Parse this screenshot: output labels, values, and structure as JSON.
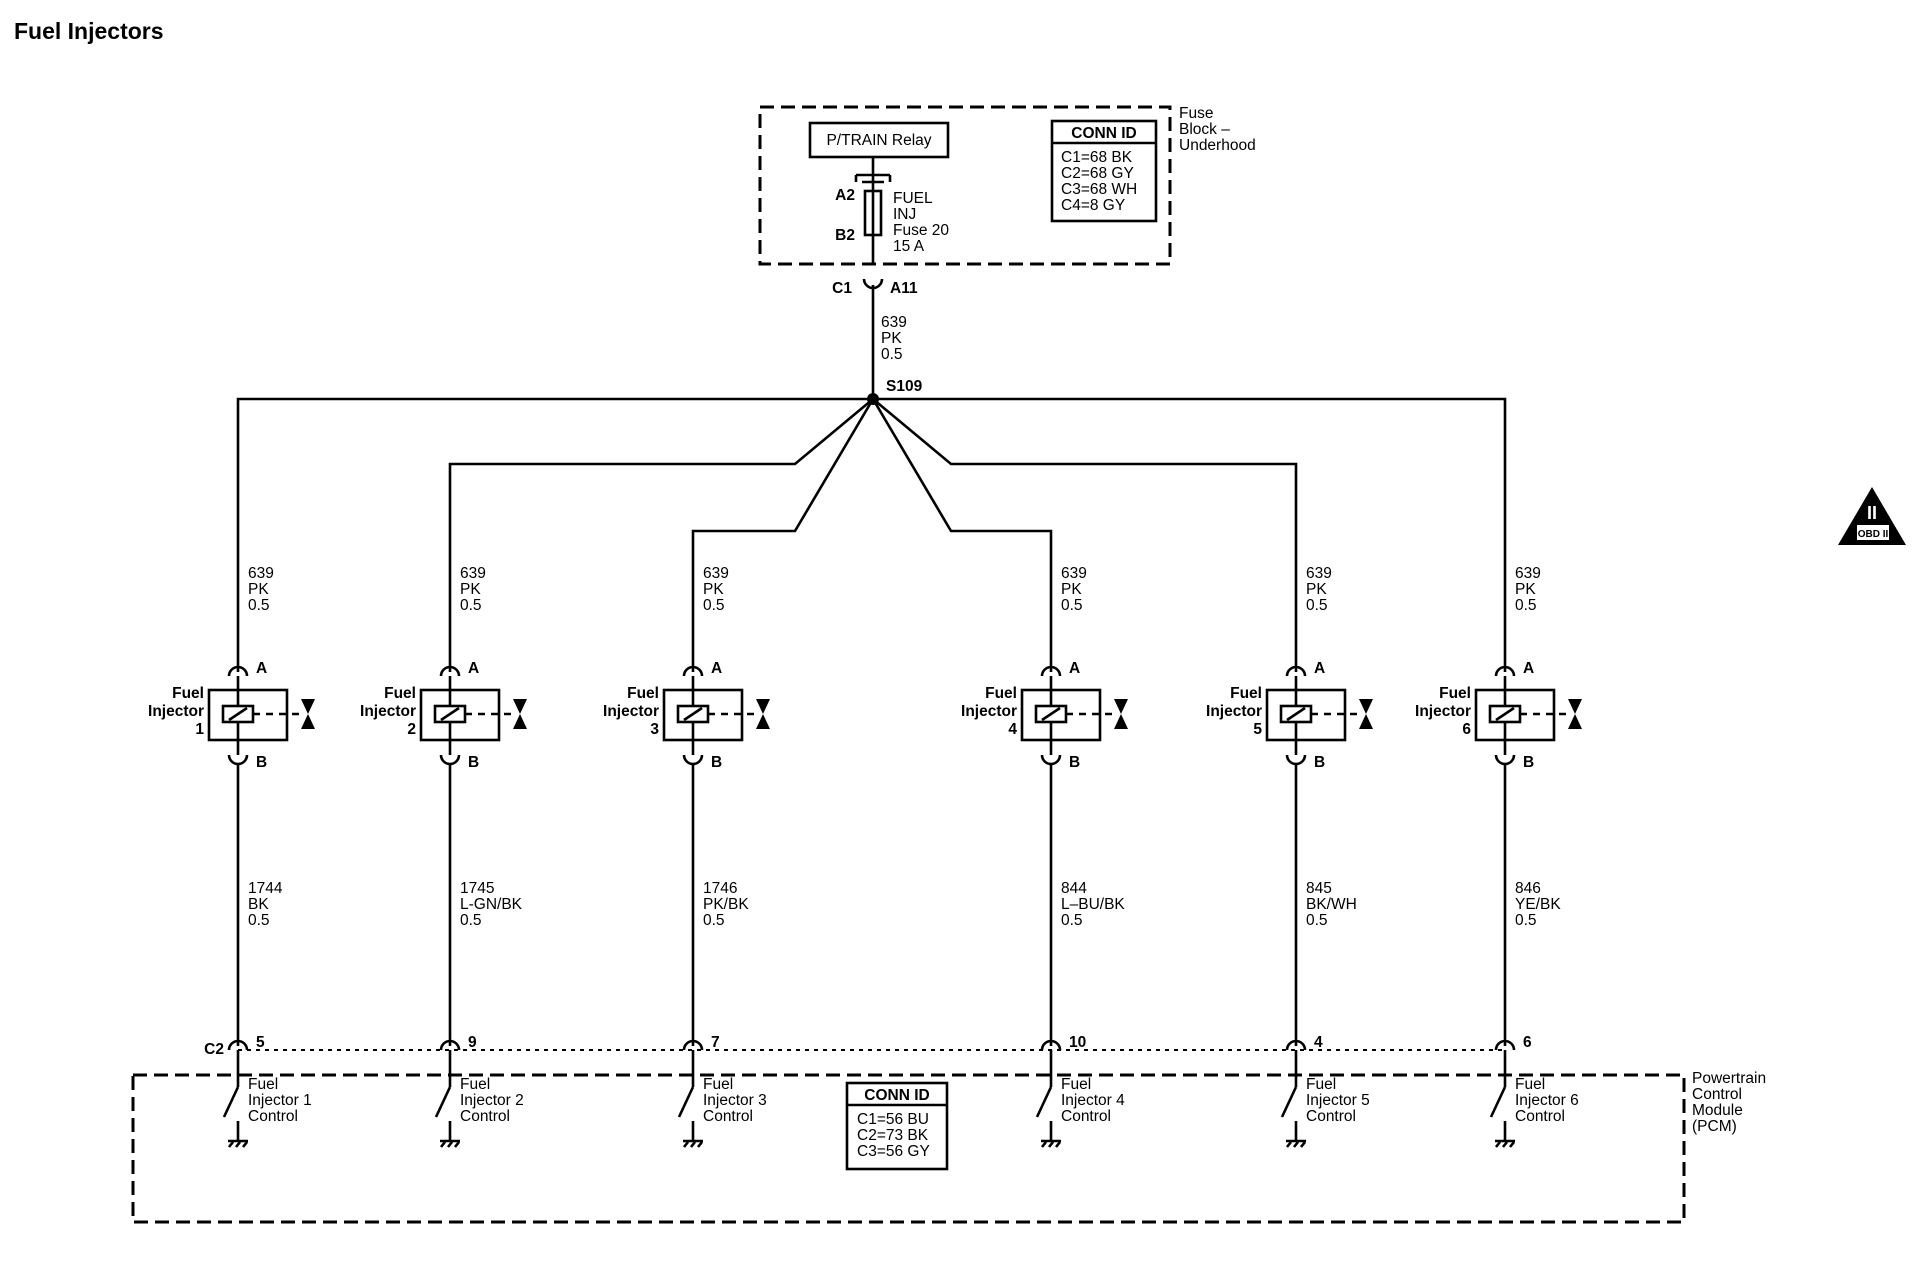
{
  "title": "Fuel Injectors",
  "fuse_block": {
    "name_lines": [
      "Fuse",
      "Block –",
      "Underhood"
    ],
    "relay_label": "P/TRAIN Relay",
    "conn_id": {
      "header": "CONN ID",
      "rows": [
        "C1=68 BK",
        "C2=68 GY",
        "C3=68 WH",
        "C4=8 GY"
      ]
    },
    "fuse_pin_top": "A2",
    "fuse_pin_bottom": "B2",
    "fuse_lines": [
      "FUEL",
      "INJ",
      "Fuse 20",
      "15 A"
    ],
    "out_connector": "C1",
    "out_pin": "A11"
  },
  "feed_wire": {
    "circuit": "639",
    "color": "PK",
    "size": "0.5"
  },
  "splice": "S109",
  "injectors": [
    {
      "label": [
        "Fuel",
        "Injector",
        "1"
      ],
      "pin_a": "A",
      "pin_b": "B",
      "feed": [
        "639",
        "PK",
        "0.5"
      ],
      "control": [
        "1744",
        "BK",
        "0.5"
      ],
      "pcm_pin": "5",
      "pcm_label": [
        "Fuel",
        "Injector 1",
        "Control"
      ]
    },
    {
      "label": [
        "Fuel",
        "Injector",
        "2"
      ],
      "pin_a": "A",
      "pin_b": "B",
      "feed": [
        "639",
        "PK",
        "0.5"
      ],
      "control": [
        "1745",
        "L-GN/BK",
        "0.5"
      ],
      "pcm_pin": "9",
      "pcm_label": [
        "Fuel",
        "Injector 2",
        "Control"
      ]
    },
    {
      "label": [
        "Fuel",
        "Injector",
        "3"
      ],
      "pin_a": "A",
      "pin_b": "B",
      "feed": [
        "639",
        "PK",
        "0.5"
      ],
      "control": [
        "1746",
        "PK/BK",
        "0.5"
      ],
      "pcm_pin": "7",
      "pcm_label": [
        "Fuel",
        "Injector 3",
        "Control"
      ]
    },
    {
      "label": [
        "Fuel",
        "Injector",
        "4"
      ],
      "pin_a": "A",
      "pin_b": "B",
      "feed": [
        "639",
        "PK",
        "0.5"
      ],
      "control": [
        "844",
        "L–BU/BK",
        "0.5"
      ],
      "pcm_pin": "10",
      "pcm_label": [
        "Fuel",
        "Injector 4",
        "Control"
      ]
    },
    {
      "label": [
        "Fuel",
        "Injector",
        "5"
      ],
      "pin_a": "A",
      "pin_b": "B",
      "feed": [
        "639",
        "PK",
        "0.5"
      ],
      "control": [
        "845",
        "BK/WH",
        "0.5"
      ],
      "pcm_pin": "4",
      "pcm_label": [
        "Fuel",
        "Injector 5",
        "Control"
      ]
    },
    {
      "label": [
        "Fuel",
        "Injector",
        "6"
      ],
      "pin_a": "A",
      "pin_b": "B",
      "feed": [
        "639",
        "PK",
        "0.5"
      ],
      "control": [
        "846",
        "YE/BK",
        "0.5"
      ],
      "pcm_pin": "6",
      "pcm_label": [
        "Fuel",
        "Injector 6",
        "Control"
      ]
    }
  ],
  "pcm": {
    "connector": "C2",
    "name_lines": [
      "Powertrain",
      "Control",
      "Module",
      "(PCM)"
    ],
    "conn_id": {
      "header": "CONN ID",
      "rows": [
        "C1=56 BU",
        "C2=73 BK",
        "C3=56 GY"
      ]
    }
  },
  "obd_badge": {
    "numeral": "II",
    "text": "OBD II"
  }
}
